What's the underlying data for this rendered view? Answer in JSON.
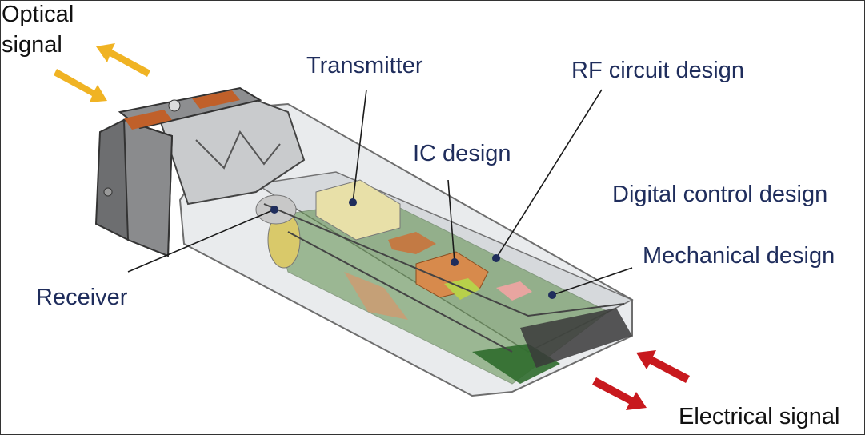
{
  "labels": {
    "optical_signal_line1": "Optical",
    "optical_signal_line2": "signal",
    "transmitter": "Transmitter",
    "rf_circuit_design": "RF circuit design",
    "ic_design": "IC design",
    "digital_control_design": "Digital control design",
    "mechanical_design": "Mechanical design",
    "receiver": "Receiver",
    "electrical_signal": "Electrical signal"
  },
  "colors": {
    "label_text": "#1f2d5c",
    "optical_arrow": "#f0b323",
    "electrical_arrow": "#c8191e",
    "marker_dot": "#1f2d5c"
  }
}
